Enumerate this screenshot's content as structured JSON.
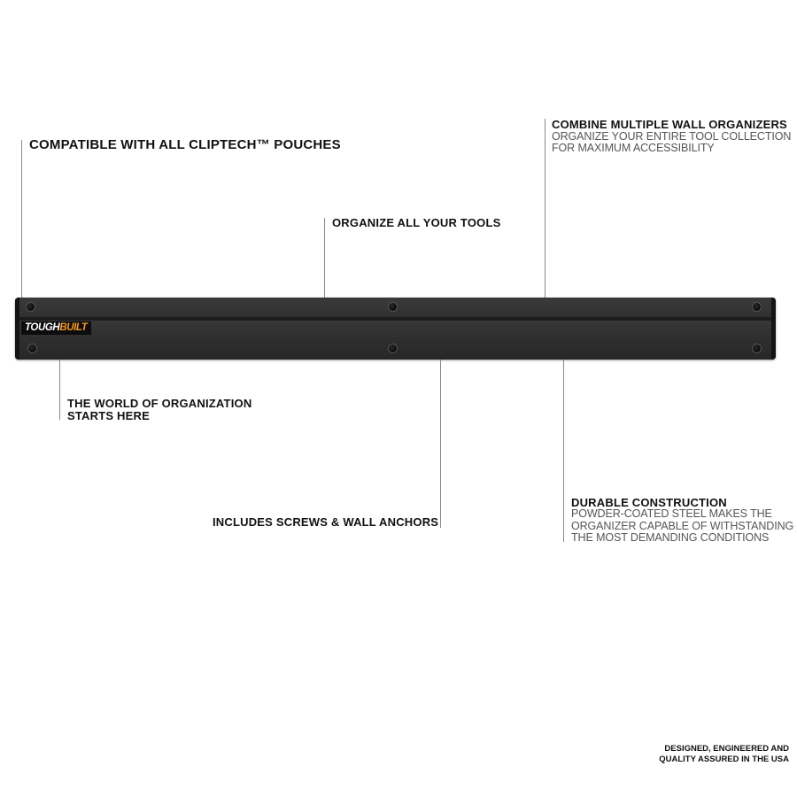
{
  "callouts": {
    "compatible": {
      "title": "COMPATIBLE WITH ALL CLIPTECH™ POUCHES"
    },
    "organize_tools": {
      "title": "ORGANIZE ALL YOUR TOOLS"
    },
    "combine": {
      "title": "COMBINE MULTIPLE WALL ORGANIZERS",
      "desc_line1": "ORGANIZE YOUR ENTIRE TOOL COLLECTION",
      "desc_line2": "FOR MAXIMUM ACCESSIBILITY"
    },
    "world": {
      "title_line1": "THE WORLD OF ORGANIZATION",
      "title_line2": "STARTS HERE"
    },
    "screws": {
      "title": "INCLUDES SCREWS & WALL ANCHORS"
    },
    "durable": {
      "title": "DURABLE CONSTRUCTION",
      "desc_line1": "POWDER-COATED STEEL MAKES THE",
      "desc_line2": "ORGANIZER CAPABLE OF WITHSTANDING",
      "desc_line3": "THE MOST DEMANDING CONDITIONS"
    }
  },
  "product": {
    "logo_part1": "TOUGH",
    "logo_part2": "BUILT"
  },
  "footer": {
    "line1": "DESIGNED, ENGINEERED AND",
    "line2": "QUALITY ASSURED IN THE USA"
  },
  "colors": {
    "rail": "#2f2f2f",
    "logo_accent": "#f39a1e",
    "leader_line": "#8a8a8a"
  }
}
